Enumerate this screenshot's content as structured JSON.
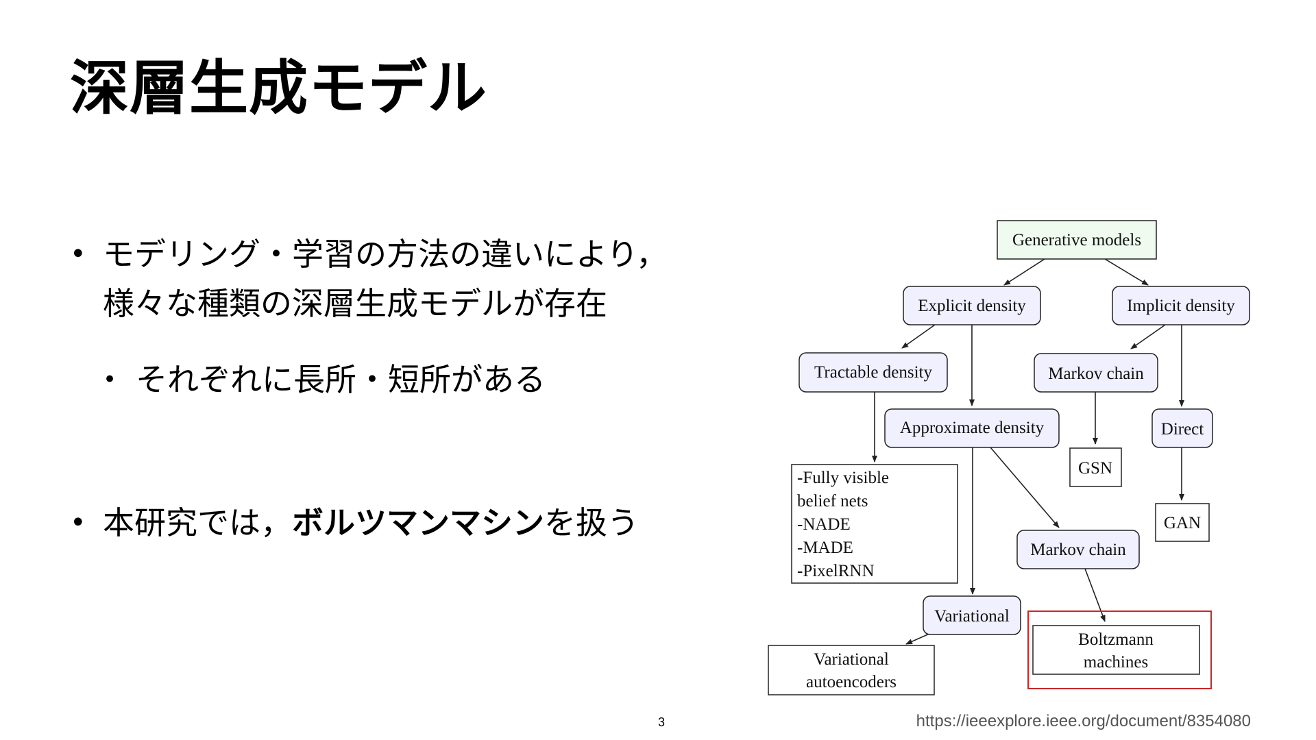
{
  "slide": {
    "title": "深層生成モデル",
    "page_number": "3",
    "source_url": "https://ieeexplore.ieee.org/document/8354080"
  },
  "bullets": {
    "b1_line1": "モデリング・学習の方法の違いにより，",
    "b1_line2": "様々な種類の深層生成モデルが存在",
    "b2": "それぞれに長所・短所がある",
    "b3_pre": "本研究では，",
    "b3_bold": "ボルツマンマシン",
    "b3_post": "を扱う",
    "bullet_glyph": "•"
  },
  "diagram": {
    "generative_models": "Generative models",
    "explicit_density": "Explicit density",
    "implicit_density": "Implicit density",
    "tractable_density": "Tractable density",
    "markov_chain_implicit": "Markov chain",
    "approximate_density": "Approximate density",
    "direct": "Direct",
    "gsn": "GSN",
    "gan": "GAN",
    "tractable_models_lines": [
      "-Fully visible",
      "belief nets",
      "-NADE",
      "-MADE",
      "-PixelRNN"
    ],
    "markov_chain_approx": "Markov chain",
    "variational": "Variational",
    "variational_autoencoders_lines": [
      "Variational",
      "autoencoders"
    ],
    "boltzmann_machines_lines": [
      "Boltzmann",
      "machines"
    ],
    "highlight_color": "#c62828"
  }
}
